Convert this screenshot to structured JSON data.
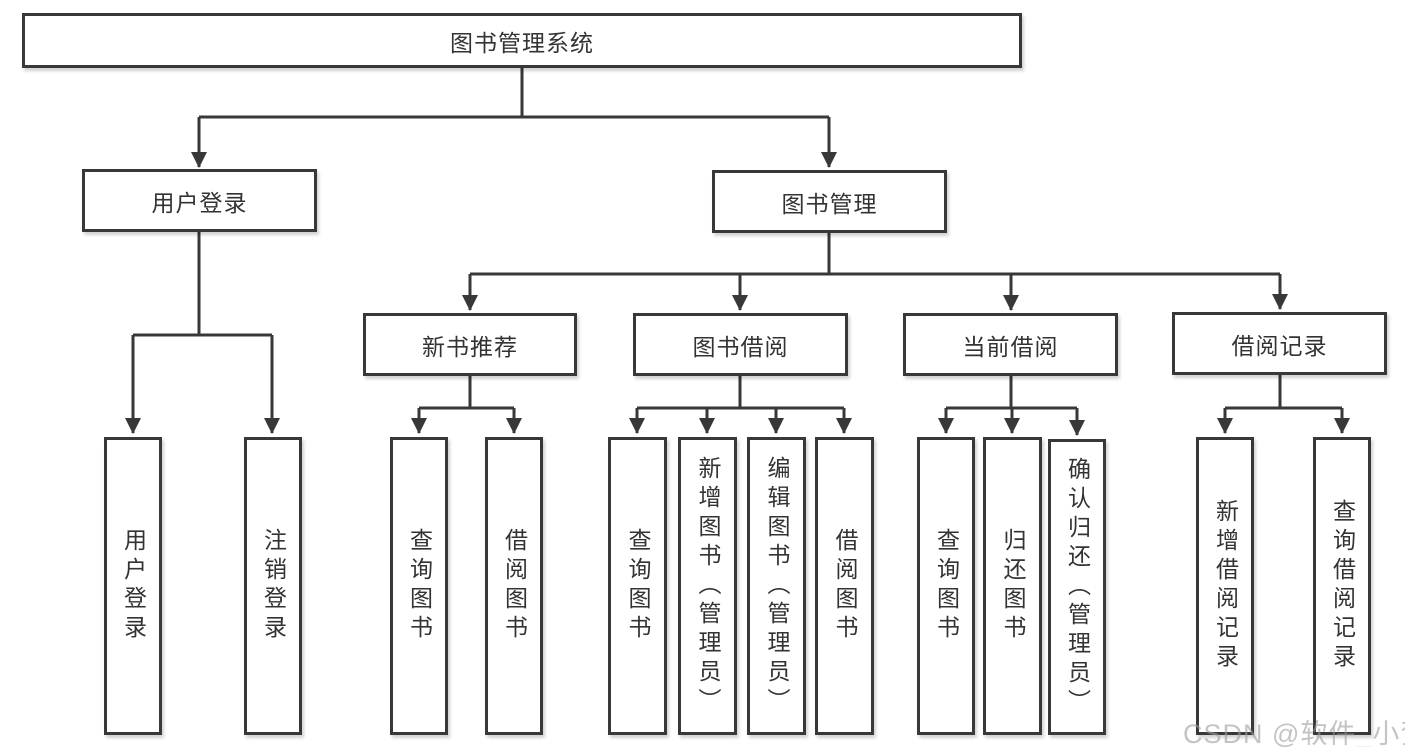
{
  "diagram": {
    "root": "图书管理系统",
    "level2": [
      "用户登录",
      "图书管理"
    ],
    "level3": [
      "新书推荐",
      "图书借阅",
      "当前借阅",
      "借阅记录"
    ],
    "leaves": {
      "user_login": [
        "用户登录",
        "注销登录"
      ],
      "new_book_recommend": [
        "查询图书",
        "借阅图书"
      ],
      "book_borrow": [
        "查询图书",
        "新增图书（管理员）",
        "编辑图书（管理员）",
        "借阅图书"
      ],
      "current_borrow": [
        "查询图书",
        "归还图书",
        "确认归还（管理员）"
      ],
      "borrow_records": [
        "新增借阅记录",
        "查询借阅记录"
      ]
    }
  },
  "watermark": "CSDN @软件_小贺同学",
  "colors": {
    "line": "#383838",
    "text": "#333333",
    "background": "#ffffff",
    "watermark_gray": "#9e9e9e"
  }
}
